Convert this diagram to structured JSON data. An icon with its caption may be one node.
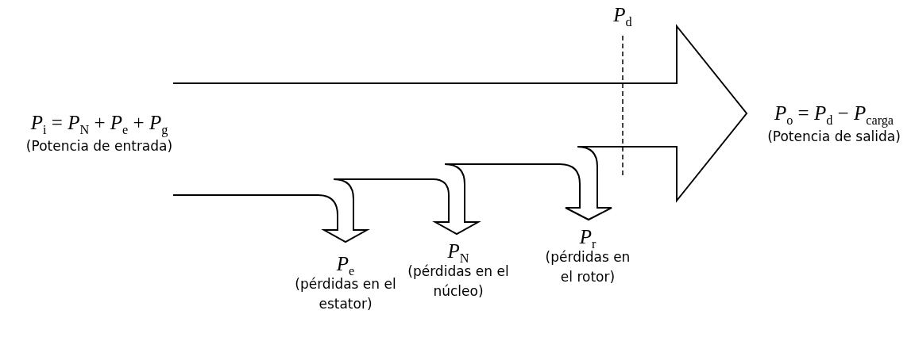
{
  "diagram": {
    "labels": [
      "*P*$_{d}$",
      "*P*$_{o}$ = *P*$_{d}$ − *P*$_{carga}$",
      "*P*$_{i}$ = *P*$_{N}$ + *P*$_{e}$ + *P*$_{g}$",
      "(Potencia de salida)",
      "(Potencia de entrada)",
      "*P*$_{r}$",
      "(pérdidas en el rotor)",
      "*P*$_{N}$",
      "(pérdidas en el núcleo)",
      "*P*$_{e}$",
      "(pérdidas en el estator)"
    ]
  }
}
